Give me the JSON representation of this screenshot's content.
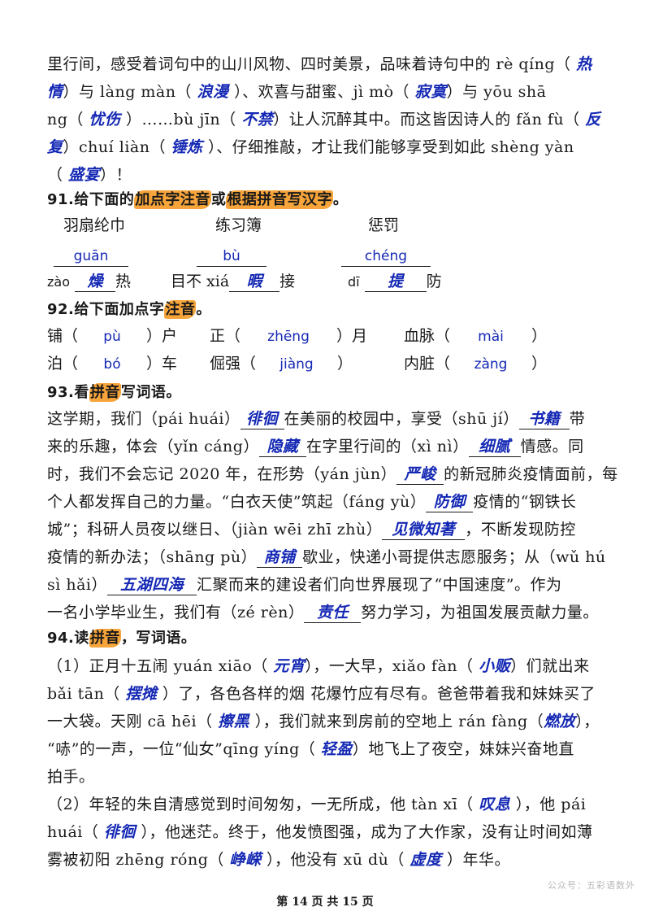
{
  "intro": {
    "l1_a": "里行间，感受着词句中的山川风物、四时美景，品味着诗句中的 rè qíng（ ",
    "l1_ans": "热",
    "l2_ans_a": "情",
    "l2_b": "）与 làng  màn（ ",
    "l2_ans_b": "浪漫",
    "l2_c": " ）、欢喜与甜蜜、jì  mò（ ",
    "l2_ans_c": "寂寞",
    "l2_d": "）与 yōu  shā",
    "l3_a": "ng（ ",
    "l3_ans_a": "忧伤",
    "l3_b": " ）……bù  jīn（ ",
    "l3_ans_b": "不禁",
    "l3_c": "）让人沉醉其中。而这皆因诗人的 fǎn  fù（ ",
    "l3_ans_c": "反",
    "l4_ans_a": "复",
    "l4_b": "）chuí  liàn（  ",
    "l4_ans_b": "锤炼",
    "l4_c": " ）、仔细推敲，才让我们能够享受到如此 shèng yàn",
    "l5_a": "（ ",
    "l5_ans": "盛宴",
    "l5_b": "）！"
  },
  "q91": {
    "num": "91.给下面的",
    "hl1": "加点字注音",
    "mid": "或",
    "hl2": "根据拼音写汉字",
    "end": "。",
    "words": [
      "羽扇纶巾",
      "练习簿",
      "惩罚"
    ],
    "pinyin_answers": [
      "guān",
      "bù",
      "chéng"
    ],
    "row3": {
      "a_pre": "zào",
      "a_ans": "燥",
      "a_post": "热",
      "b_pre": "目不 xiá",
      "b_ans": "暇",
      "b_post": "接",
      "c_pre": "dī",
      "c_ans": "提",
      "c_post": "防"
    }
  },
  "q92": {
    "num": "92.给下面加点字",
    "hl": "注音",
    "end": "。",
    "rows": [
      [
        {
          "pre": "铺（",
          "ans": "pù",
          "post": "）户"
        },
        {
          "pre": "正（",
          "ans": "zhēng",
          "post": "）月"
        },
        {
          "pre": "血脉（",
          "ans": "mài",
          "post": "）"
        }
      ],
      [
        {
          "pre": "泊（",
          "ans": "bó",
          "post": "）车"
        },
        {
          "pre": "倔强（",
          "ans": "jiàng",
          "post": "）"
        },
        {
          "pre": "内脏（",
          "ans": "zàng",
          "post": "）"
        }
      ]
    ]
  },
  "q93": {
    "num": "93.看",
    "hl": "拼音",
    "end": "写词语。",
    "l1_a": "这学期，我们（pái huái）",
    "l1_ans_a": "徘徊",
    "l1_b": "在美丽的校园中，享受（shū jí）",
    "l1_ans_b": "书籍",
    "l1_c": "带",
    "l2_a": "来的乐趣，体会（yǐn cáng）",
    "l2_ans_a": "隐藏",
    "l2_b": "在字里行间的（xì nì）",
    "l2_ans_b": "细腻",
    "l2_c": "情感。同",
    "l3_a": "时，我们不会忘记 2020 年，在形势（yán jùn）",
    "l3_ans": "严峻",
    "l3_b": "的新冠肺炎疫情面前，每",
    "l4_a": "个人都发挥自己的力量。“白衣天使”筑起（fáng yù）",
    "l4_ans": "防御",
    "l4_b": "疫情的“钢铁长",
    "l5_a": "城”；科研人员夜以继日、（jiàn wēi zhī zhù）",
    "l5_ans": "见微知著",
    "l5_b": "，不断发现防控",
    "l6_a": "疫情的新办法；（shāng pù）",
    "l6_ans": "商铺",
    "l6_b": "歇业，快递小哥提供志愿服务；从（wǔ hú",
    "l7_a": "sì hǎi）",
    "l7_ans": "五湖四海",
    "l7_b": "汇聚而来的建设者们向世界展现了“中国速度”。作为",
    "l8_a": "一名小学毕业生，我们有（zé rèn）",
    "l8_ans": "责任",
    "l8_b": "努力学习，为祖国发展贡献力量。"
  },
  "q94": {
    "num": "94.读",
    "hl": "拼音",
    "end": "，写词语。",
    "p1_l1_a": "（1）正月十五闹 yuán xiāo（ ",
    "p1_l1_ans_a": "元宵",
    "p1_l1_b": "），一大早，xiǎo fàn（ ",
    "p1_l1_ans_b": "小贩",
    "p1_l1_c": "）们就出来",
    "p1_l2_a": "bǎi tān（ ",
    "p1_l2_ans": "摆摊",
    "p1_l2_b": " ）了，各色各样的烟 花爆竹应有尽有。爸爸带着我和妹妹买了",
    "p1_l3_a": "一大袋。天刚 cā hēi（ ",
    "p1_l3_ans_a": "擦黑",
    "p1_l3_b": " ），我们就来到房前的空地上 rán fàng（",
    "p1_l3_ans_b": "燃放",
    "p1_l3_c": "），",
    "p1_l4_a": "“哧”的一声，一位“仙女”qīng yíng（ ",
    "p1_l4_ans": "轻盈",
    "p1_l4_b": "）地飞上了夜空，妹妹兴奋地直",
    "p1_l5": "拍手。",
    "p2_l1_a": "（2）年轻的朱自清感觉到时间匆匆，一无所成，他 tàn xī（ ",
    "p2_l1_ans": "叹息",
    "p2_l1_b": " ），他 pái",
    "p2_l2_a": "huái（ ",
    "p2_l2_ans": "徘徊",
    "p2_l2_b": "  ），他迷茫。终于，他发愤图强，成为了大作家，没有让时间如薄",
    "p2_l3_a": "雾被初阳 zhēng róng（ ",
    "p2_l3_ans_a": "峥嵘",
    "p2_l3_b": "  ），他没有 xū dù（ ",
    "p2_l3_ans_b": "虚度",
    "p2_l3_c": "  ）年华。"
  },
  "footer": {
    "page": "第 14 页 共 15 页"
  },
  "watermark": "公众号：五彩语数外",
  "colors": {
    "answer": "#1428b4",
    "highlight": "#f7a43a"
  }
}
